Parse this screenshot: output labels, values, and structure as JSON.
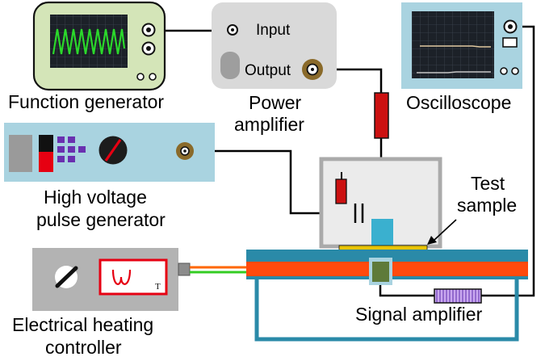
{
  "devices": {
    "function_generator": {
      "label": "Function generator"
    },
    "power_amplifier": {
      "label_line1": "Power",
      "label_line2": "amplifier",
      "input_label": "Input",
      "output_label": "Output"
    },
    "oscilloscope": {
      "label": "Oscilloscope"
    },
    "pulse_generator": {
      "label_line1": "High voltage",
      "label_line2": "pulse generator"
    },
    "test_sample": {
      "label_line1": "Test",
      "label_line2": "sample"
    },
    "heating_controller": {
      "label_line1": "Electrical heating",
      "label_line2": "controller",
      "display_text": "T"
    },
    "signal_amplifier": {
      "label": "Signal amplifier"
    }
  },
  "colors": {
    "function_generator_body": "#d4e5b8",
    "instrument_gray": "#d9d9d9",
    "panel_blue": "#a9d3e0",
    "screen_dark": "#1c2128",
    "waveform_green": "#2bd92b",
    "connector_brown": "#8a6a2a",
    "resistor_red": "#cc1111",
    "heater_orange": "#ff4a0d",
    "stage_teal": "#2a8aa8",
    "sample_yellow": "#e8c400",
    "probe_blue": "#3ab0cf",
    "sensor_green": "#5e7a3a",
    "amplifier_purple": "#a884d8",
    "buttons_purple": "#6a30b0",
    "heating_wire_green": "#33cc22",
    "heating_wire_orange": "#ff6600"
  }
}
